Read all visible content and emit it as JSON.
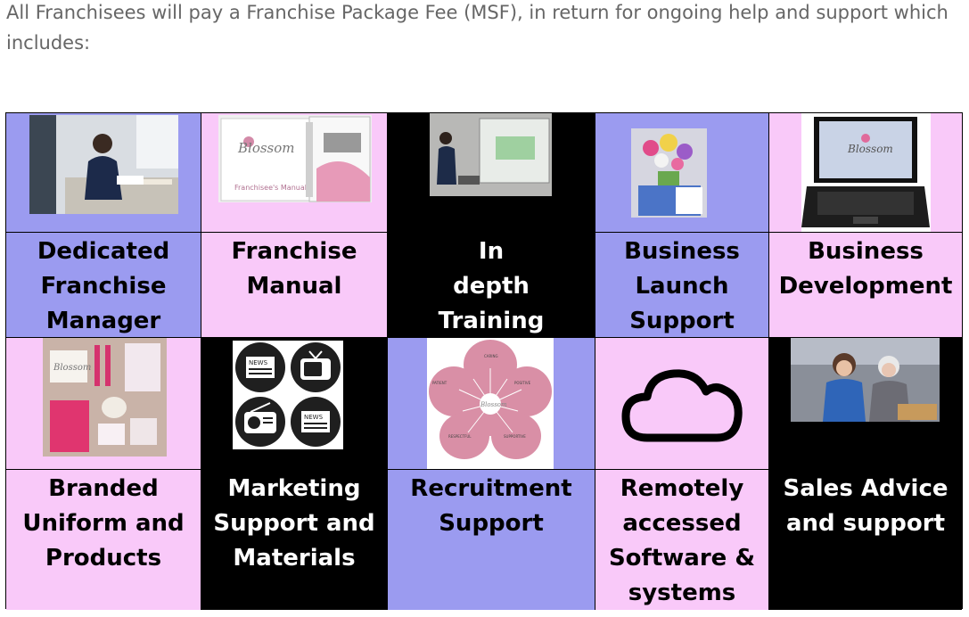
{
  "intro_text": "All Franchisees will pay a Franchise Package Fee (MSF), in return for ongoing help and support which includes:",
  "colors": {
    "blue": "#9b9bf0",
    "pink": "#f9c9f9",
    "black": "#000000",
    "intro_text": "#666666"
  },
  "tiles": {
    "dedicated_manager": "Dedicated Franchise Manager",
    "franchise_manual": "Franchise Manual",
    "training": "In depth Training",
    "launch_support": "Business Launch Support",
    "development": "Business Development",
    "uniform": "Branded Uniform and Products",
    "marketing": "Marketing Support and Materials",
    "recruitment": "Recruitment Support",
    "software": "Remotely accessed Software & systems",
    "sales": "Sales Advice and support"
  },
  "images": {
    "manual_brand": "Blossom",
    "manual_caption": "Franchisee's Manual",
    "laptop_brand": "Blossom",
    "news_label_1": "NEWS",
    "news_label_2": "NEWS",
    "flower_brand": "Blossom",
    "petal_words": [
      "CARING",
      "PATIENT",
      "POSITIVE",
      "RESPECTFUL",
      "SUPPORTIVE"
    ],
    "uniform_brand": "Blossom"
  },
  "icons": [
    "tv-icon",
    "radio-icon",
    "newspaper-icon",
    "cloud-icon"
  ]
}
